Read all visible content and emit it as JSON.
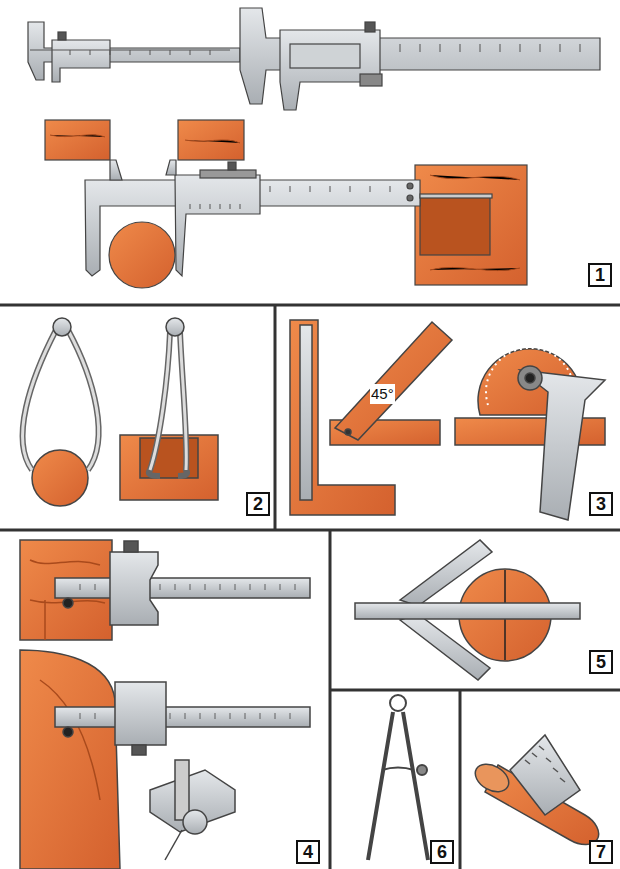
{
  "diagram": {
    "labels": [
      "1",
      "2",
      "45°",
      "3",
      "4",
      "5",
      "6",
      "7"
    ]
  }
}
